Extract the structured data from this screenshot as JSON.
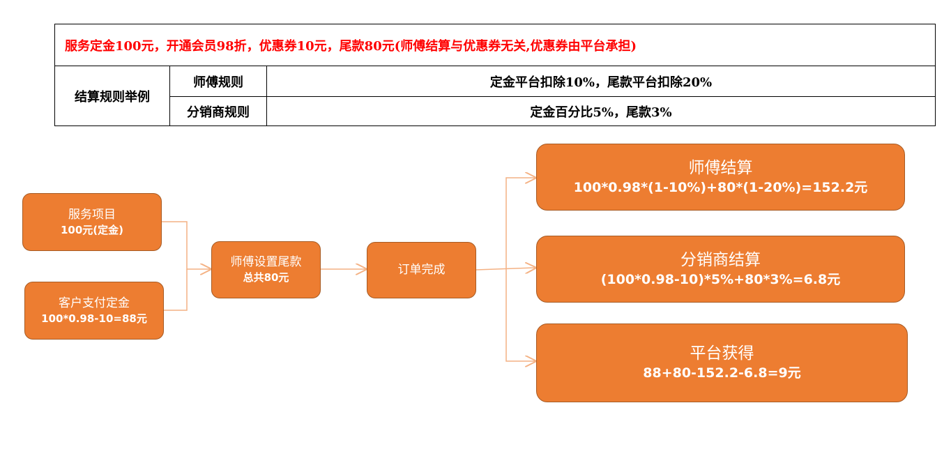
{
  "rules_table": {
    "header": "服务定金100元，开通会员98折，优惠券10元，尾款80元(师傅结算与优惠券无关,优惠券由平台承担)",
    "title": "结算规则举例",
    "rows": [
      {
        "name": "师傅规则",
        "value": "定金平台扣除10%，尾款平台扣除20%"
      },
      {
        "name": "分销商规则",
        "value": "定金百分比5%，尾款3%"
      }
    ]
  },
  "flow": {
    "service_item": {
      "title": "服务项目",
      "sub": "100元(定金)"
    },
    "customer_deposit": {
      "title": "客户支付定金",
      "sub": "100*0.98-10=88元"
    },
    "master_final": {
      "title": "师傅设置尾款",
      "sub": "总共80元"
    },
    "order_complete": {
      "title": "订单完成"
    },
    "master_settlement": {
      "title": "师傅结算",
      "sub": "100*0.98*(1-10%)+80*(1-20%)=152.2元"
    },
    "distributor_settlement": {
      "title": "分销商结算",
      "sub": "(100*0.98-10)*5%+80*3%=6.8元"
    },
    "platform_income": {
      "title": "平台获得",
      "sub": "88+80-152.2-6.8=9元"
    }
  },
  "colors": {
    "node_fill": "#ed7d31",
    "node_border": "#a65a23",
    "connector": "#f4b183",
    "header_text": "#ff0000"
  }
}
